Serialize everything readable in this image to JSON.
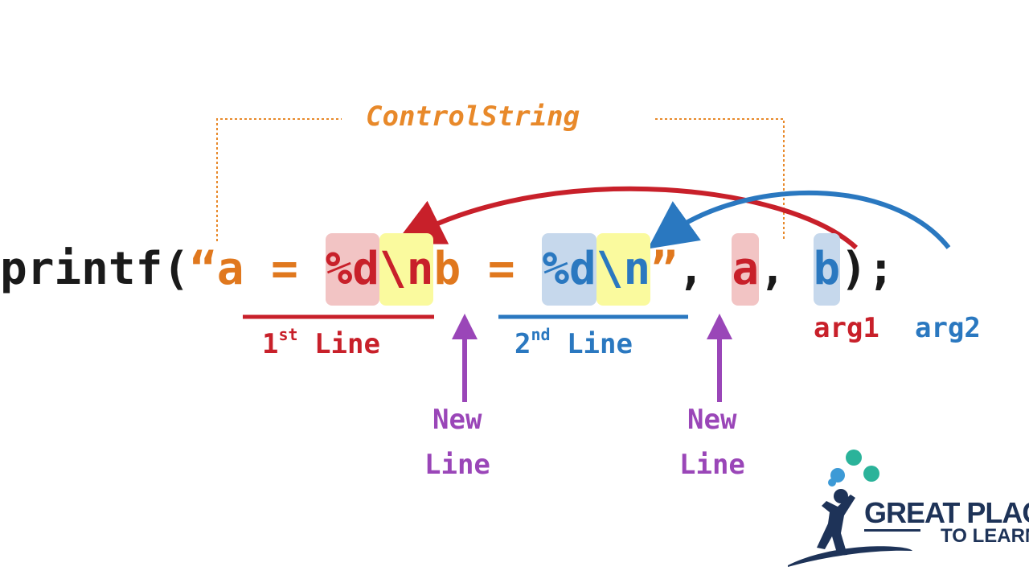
{
  "control_string_label": "ControlString",
  "code": {
    "func": "printf(",
    "open_quote": "“",
    "text1": "a = ",
    "spec1": "%d",
    "nl1": "\\n",
    "text2": "b = ",
    "spec2": "%d",
    "nl2": "\\n",
    "close_quote": "”",
    "comma1": ", ",
    "arg_a": "a",
    "comma2": ", ",
    "arg_b": "b",
    "close": ");"
  },
  "labels": {
    "line1_num": "1",
    "line1_sup": "st",
    "line1_word": "Line",
    "line2_num": "2",
    "line2_sup": "nd",
    "line2_word": "Line",
    "arg1": "arg1",
    "arg2": "arg2",
    "newline1_top": "New",
    "newline1_bottom": "Line",
    "newline2_top": "New",
    "newline2_bottom": "Line"
  },
  "logo": {
    "line1": "GREAT PLACE",
    "line2": "TO LEARN"
  },
  "colors": {
    "red": "#c8202a",
    "blue": "#2a78c0",
    "orange": "#e0781e",
    "purple": "#9a46b8",
    "logo_navy": "#1e3358"
  }
}
